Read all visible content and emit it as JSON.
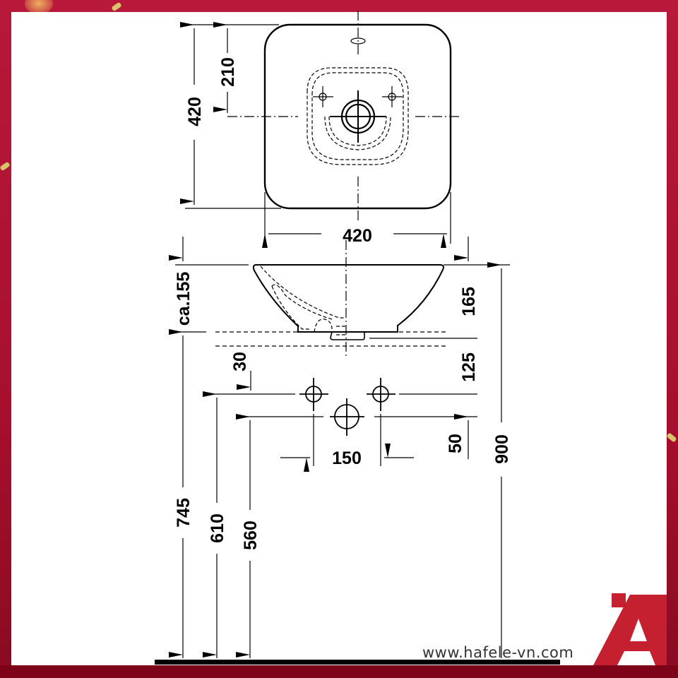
{
  "document": {
    "type": "technical drawing",
    "subject": "Countertop washbasin dimension drawing",
    "units": "mm"
  },
  "top_view": {
    "width_label": "420",
    "depth_label": "420",
    "drain_offset_label": "210"
  },
  "side_view": {
    "bowl_height_label": "ca.155",
    "height_to_rim_label": "165",
    "drain_below_label": "125",
    "tap_offset_label": "30",
    "valve_spacing_label": "150",
    "drain_offset_label": "50",
    "total_height_label": "900",
    "counter_height_label": "745",
    "valve_height_label": "610",
    "drain_height_label": "560"
  },
  "footer": {
    "website": "www.hafele-vn.com",
    "logo_icon": "hafele-logo-icon"
  },
  "colors": {
    "frame": "#b8183a",
    "frame_dark": "#7d0418",
    "paper": "#ffffff",
    "line": "#000000",
    "logo": "#c4202f"
  }
}
